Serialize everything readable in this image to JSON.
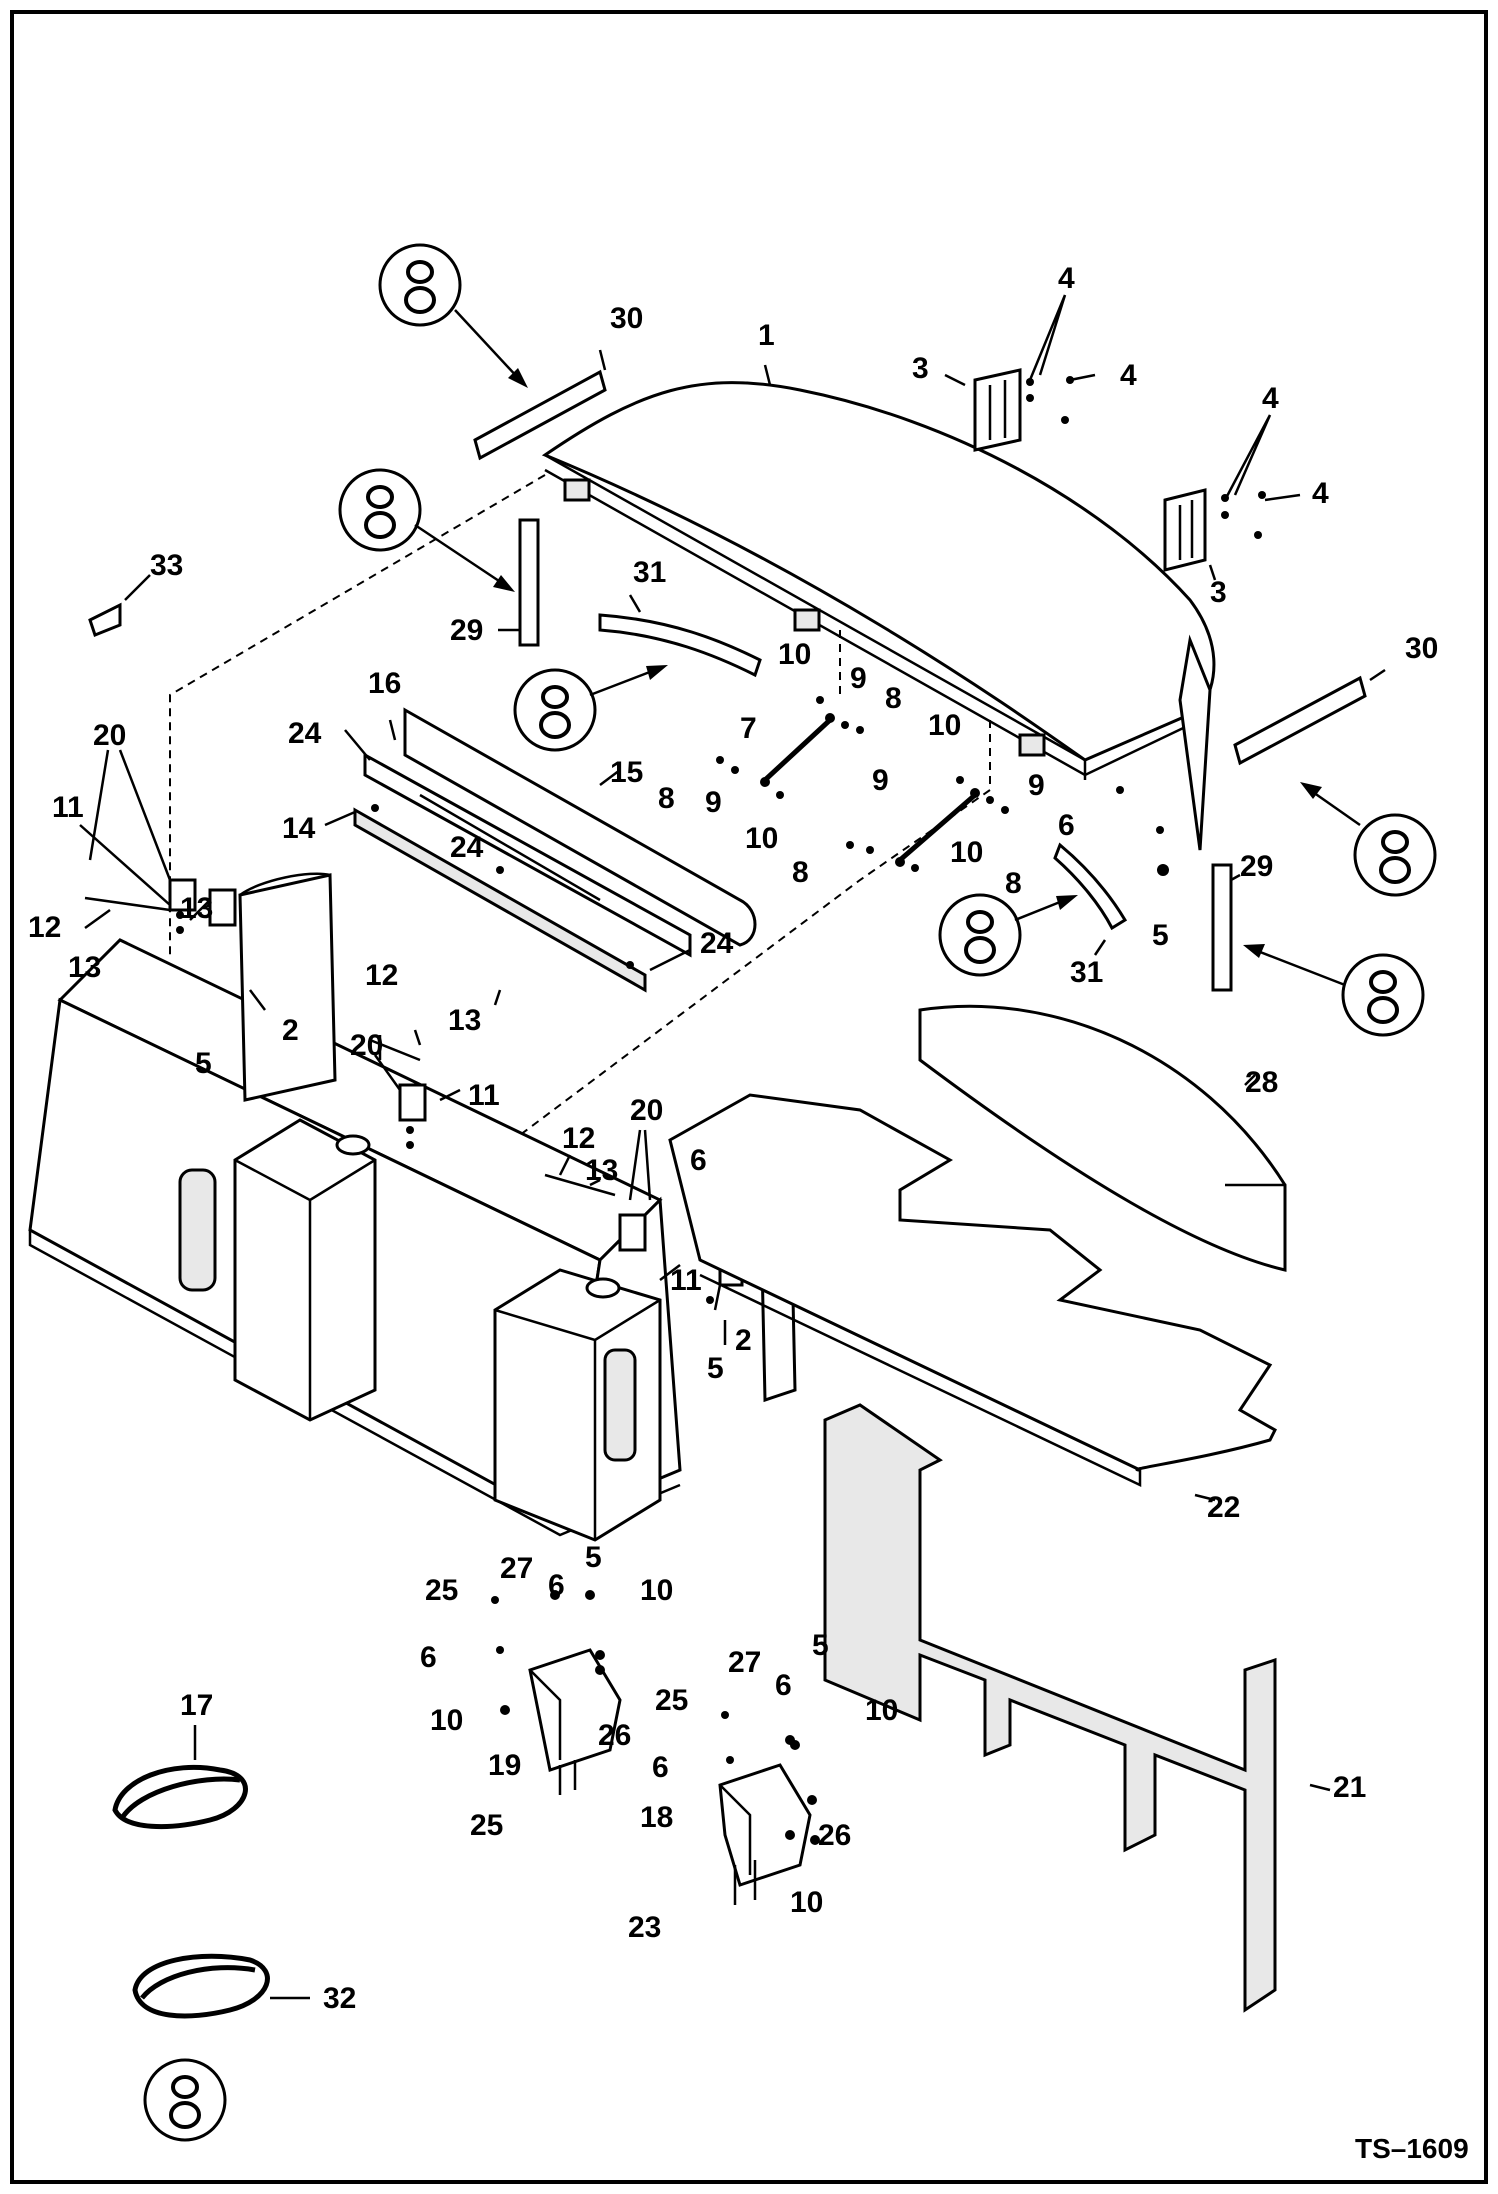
{
  "document_id": "TS–1609",
  "callouts": [
    {
      "id": "1",
      "text": "1"
    },
    {
      "id": "2",
      "text": "2"
    },
    {
      "id": "3",
      "text": "3"
    },
    {
      "id": "4",
      "text": "4"
    },
    {
      "id": "5",
      "text": "5"
    },
    {
      "id": "6",
      "text": "6"
    },
    {
      "id": "7",
      "text": "7"
    },
    {
      "id": "8",
      "text": "8"
    },
    {
      "id": "9",
      "text": "9"
    },
    {
      "id": "10",
      "text": "10"
    },
    {
      "id": "11",
      "text": "11"
    },
    {
      "id": "12",
      "text": "12"
    },
    {
      "id": "13",
      "text": "13"
    },
    {
      "id": "14",
      "text": "14"
    },
    {
      "id": "15",
      "text": "15"
    },
    {
      "id": "16",
      "text": "16"
    },
    {
      "id": "17",
      "text": "17"
    },
    {
      "id": "18",
      "text": "18"
    },
    {
      "id": "19",
      "text": "19"
    },
    {
      "id": "20",
      "text": "20"
    },
    {
      "id": "21",
      "text": "21"
    },
    {
      "id": "22",
      "text": "22"
    },
    {
      "id": "23",
      "text": "23"
    },
    {
      "id": "24",
      "text": "24"
    },
    {
      "id": "25",
      "text": "25"
    },
    {
      "id": "26",
      "text": "26"
    },
    {
      "id": "27",
      "text": "27"
    },
    {
      "id": "28",
      "text": "28"
    },
    {
      "id": "29",
      "text": "29"
    },
    {
      "id": "30",
      "text": "30"
    },
    {
      "id": "31",
      "text": "31"
    },
    {
      "id": "32",
      "text": "32"
    },
    {
      "id": "33",
      "text": "33"
    }
  ]
}
